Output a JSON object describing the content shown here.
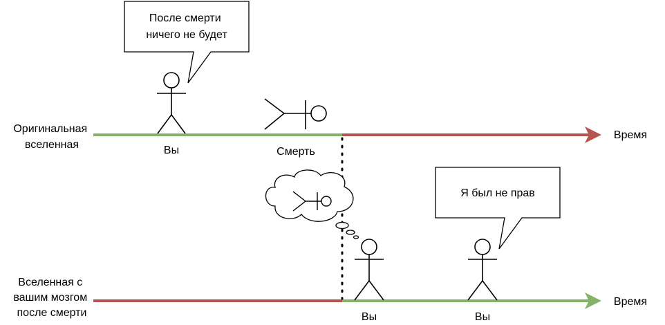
{
  "labels": {
    "original_universe": [
      "Оригинальная",
      "вселенная"
    ],
    "brain_universe": [
      "Вселенная с",
      "вашим мозгом",
      "после смерти"
    ],
    "time_top": "Время",
    "time_bottom": "Время",
    "you_top": "Вы",
    "death": "Смерть",
    "you_bottom_1": "Вы",
    "you_bottom_2": "Вы"
  },
  "speech": {
    "top": [
      "После смерти",
      "ничего не будет"
    ],
    "bottom": "Я был не прав"
  },
  "colors": {
    "alive": "#82b366",
    "dead": "#b85450",
    "stroke": "#000000"
  }
}
